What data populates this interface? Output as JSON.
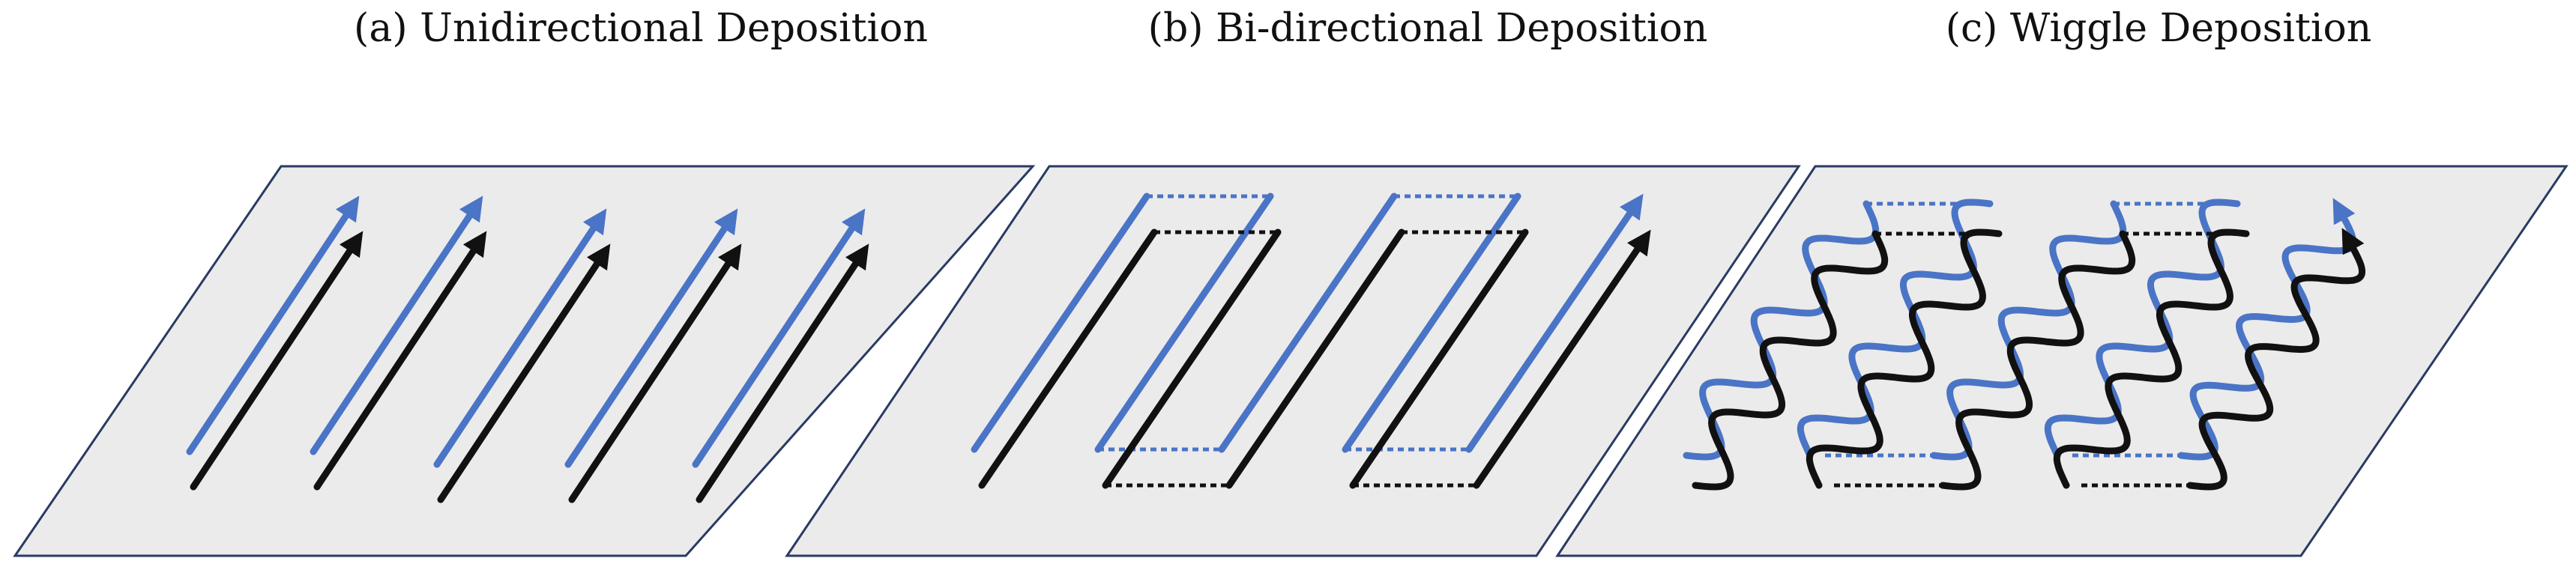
{
  "panels": [
    {
      "title": "(a) Unidirectional Deposition"
    },
    {
      "title": "(b) Bi-directional Deposition"
    },
    {
      "title": "(c) Wiggle Deposition"
    }
  ],
  "colors": {
    "background": "#ffffff",
    "plate_fill": "#ebebeb",
    "plate_border": "#2a3a63",
    "blue_path": "#4a74c6",
    "black_path": "#111111"
  }
}
